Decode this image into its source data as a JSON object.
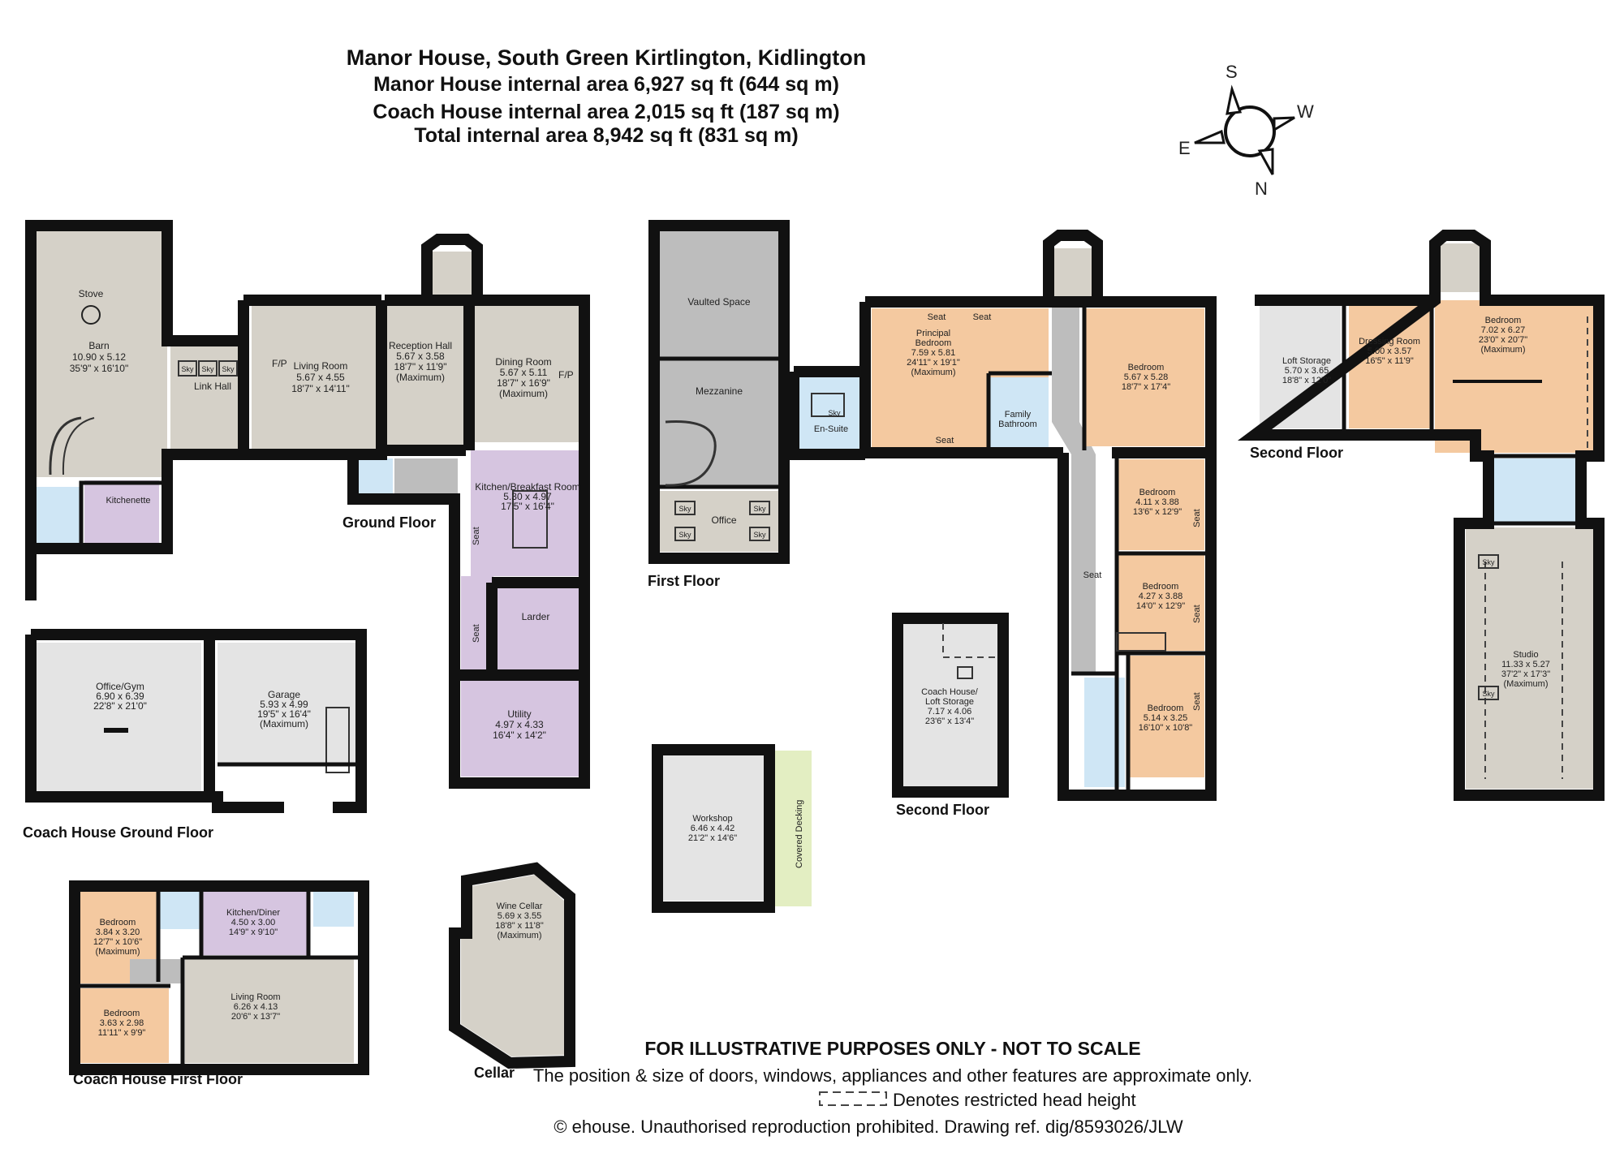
{
  "header": {
    "line1": "Manor House, South Green Kirtlington, Kidlington",
    "line2": "Manor House internal area 6,927 sq ft (644 sq m)",
    "line3": "Coach House internal area 2,015 sq ft (187 sq m)",
    "line4": "Total internal area 8,942 sq ft (831 sq m)"
  },
  "compass": {
    "s": "S",
    "w": "W",
    "e": "E",
    "n": "N"
  },
  "colors": {
    "grey": "#d5d1c8",
    "lightgrey": "#e4e4e4",
    "darkgrey": "#bdbdbd",
    "orange": "#f4c9a0",
    "purple": "#d6c5e0",
    "blue": "#cfe6f5",
    "green": "#e3eec2",
    "wall": "#111111"
  },
  "captions": {
    "ground_floor": "Ground Floor",
    "coach_ground": "Coach House Ground Floor",
    "coach_first": "Coach House First Floor",
    "cellar": "Cellar",
    "first_floor": "First Floor",
    "second_floor_coach": "Second Floor",
    "second_floor": "Second Floor"
  },
  "rooms": {
    "stove": "Stove",
    "barn": [
      "Barn",
      "10.90 x 5.12",
      "35'9\" x 16'10\""
    ],
    "link_hall": "Link Hall",
    "kitchenette": "Kitchenette",
    "living_room": [
      "Living Room",
      "5.67 x 4.55",
      "18'7\" x 14'11\""
    ],
    "reception_hall": [
      "Reception Hall",
      "5.67 x 3.58",
      "18'7\" x 11'9\"",
      "(Maximum)"
    ],
    "dining_room": [
      "Dining Room",
      "5.67 x 5.11",
      "18'7\" x 16'9\"",
      "(Maximum)"
    ],
    "kitchen": [
      "Kitchen/Breakfast Room",
      "5.30 x 4.97",
      "17'5\" x 16'4\""
    ],
    "larder": "Larder",
    "utility": [
      "Utility",
      "4.97 x 4.33",
      "16'4\" x 14'2\""
    ],
    "office_gym": [
      "Office/Gym",
      "6.90 x 6.39",
      "22'8\" x 21'0\""
    ],
    "garage": [
      "Garage",
      "5.93 x 4.99",
      "19'5\" x 16'4\"",
      "(Maximum)"
    ],
    "ch_bedroom1": [
      "Bedroom",
      "3.84 x 3.20",
      "12'7\" x 10'6\"",
      "(Maximum)"
    ],
    "ch_kitchen": [
      "Kitchen/Diner",
      "4.50 x 3.00",
      "14'9\" x 9'10\""
    ],
    "ch_bedroom2": [
      "Bedroom",
      "3.63 x 2.98",
      "11'11\" x 9'9\""
    ],
    "ch_living": [
      "Living Room",
      "6.26 x 4.13",
      "20'6\" x 13'7\""
    ],
    "wine_cellar": [
      "Wine Cellar",
      "5.69 x 3.55",
      "18'8\" x 11'8\"",
      "(Maximum)"
    ],
    "vaulted": "Vaulted Space",
    "mezzanine": "Mezzanine",
    "office": "Office",
    "workshop": [
      "Workshop",
      "6.46 x 4.42",
      "21'2\" x 14'6\""
    ],
    "covered_decking": "Covered Decking",
    "coach_loft": [
      "Coach House/",
      "Loft Storage",
      "7.17 x 4.06",
      "23'6\" x 13'4\""
    ],
    "en_suite": "En-Suite",
    "principal": [
      "Principal",
      "Bedroom",
      "7.59 x 5.81",
      "24'11\" x 19'1\"",
      "(Maximum)"
    ],
    "family_bath": [
      "Family",
      "Bathroom"
    ],
    "ff_bedroom1": [
      "Bedroom",
      "5.67 x 5.28",
      "18'7\" x 17'4\""
    ],
    "ff_bedroom2": [
      "Bedroom",
      "4.11 x 3.88",
      "13'6\" x 12'9\""
    ],
    "ff_bedroom3": [
      "Bedroom",
      "4.27 x 3.88",
      "14'0\" x 12'9\""
    ],
    "ff_bedroom4": [
      "Bedroom",
      "5.14 x 3.25",
      "16'10\" x 10'8\""
    ],
    "loft_storage": [
      "Loft Storage",
      "5.70 x 3.65",
      "18'8\" x 12'0\""
    ],
    "dressing": [
      "Dressing Room",
      "5.00 x 3.57",
      "16'5\" x 11'9\""
    ],
    "sf_bedroom": [
      "Bedroom",
      "7.02 x 6.27",
      "23'0\" x 20'7\"",
      "(Maximum)"
    ],
    "studio": [
      "Studio",
      "11.33 x 5.27",
      "37'2\" x 17'3\"",
      "(Maximum)"
    ]
  },
  "labels": {
    "sky": "Sky",
    "seat": "Seat",
    "fp": "F/P"
  },
  "footer": {
    "line1": "FOR ILLUSTRATIVE PURPOSES ONLY - NOT TO SCALE",
    "line2": "The position & size of doors, windows, appliances and other features are approximate only.",
    "line3": "Denotes restricted head height",
    "line4": "© ehouse. Unauthorised reproduction prohibited. Drawing ref. dig/8593026/JLW"
  }
}
